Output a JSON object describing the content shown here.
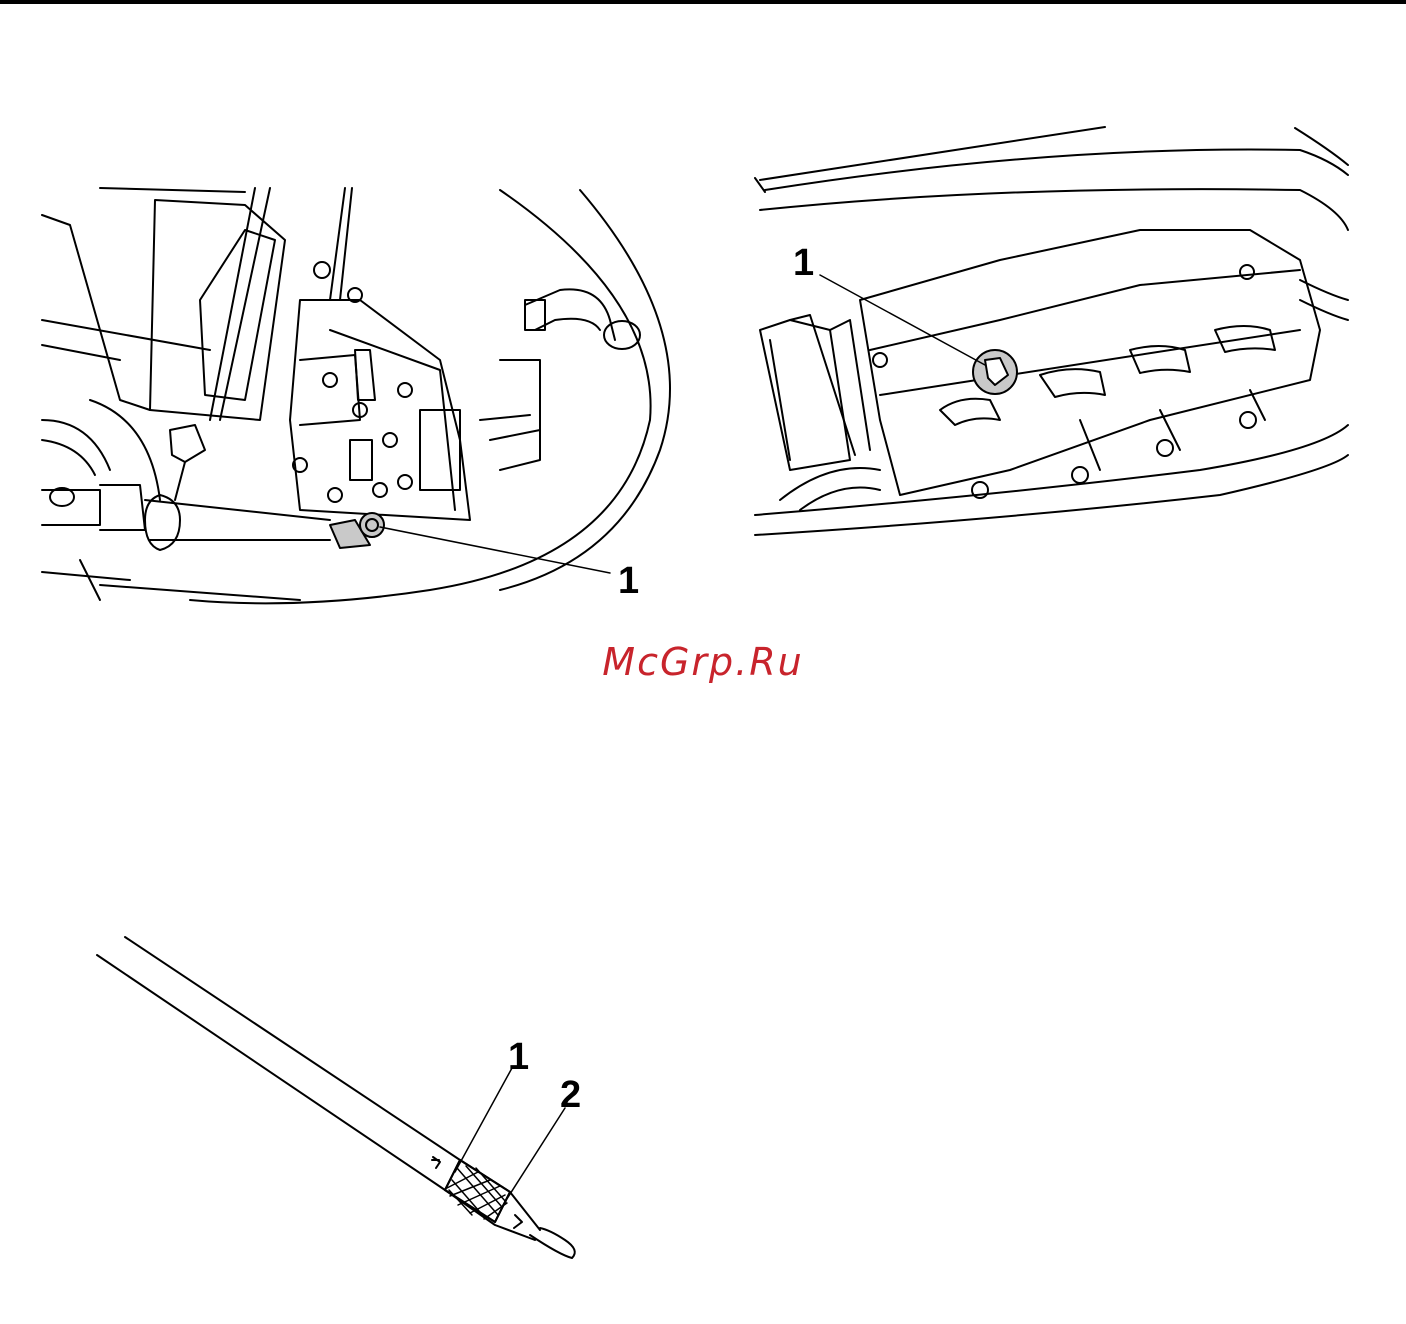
{
  "watermark": {
    "text": "McGrp.Ru",
    "color": "#c8242c"
  },
  "figures": [
    {
      "callouts": [
        "1"
      ]
    },
    {
      "callouts": [
        "1"
      ]
    },
    {
      "callouts": [
        "1",
        "2"
      ]
    }
  ]
}
